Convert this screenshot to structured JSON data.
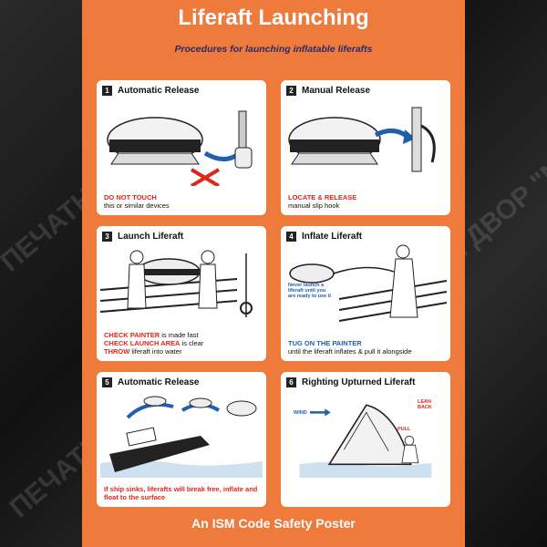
{
  "poster": {
    "title": "Liferaft Launching",
    "subtitle": "Procedures for launching inflatable liferafts",
    "footer": "An ISM Code Safety Poster"
  },
  "watermark": {
    "text_1": "ПЕЧАТНЫЙ ДВОР \"МАРТ\"",
    "text_2": "ПЕЧАТНЫЙ ДВОР \"МАРТ\"",
    "text_3": "ПЕЧАТНЫЙ ДВОР \"МАРТ\""
  },
  "panels": [
    {
      "number": "1",
      "title": "Automatic Release",
      "caption_red": "DO NOT TOUCH",
      "caption_text": "this or similar devices"
    },
    {
      "number": "2",
      "title": "Manual Release",
      "caption_red": "LOCATE & RELEASE",
      "caption_text": "manual slip hook"
    },
    {
      "number": "3",
      "title": "Launch Liferaft",
      "line1_red": "CHECK PAINTER",
      "line1_text": " is made fast",
      "line2_red": "CHECK LAUNCH AREA",
      "line2_text": " is clear",
      "line3_red": "THROW",
      "line3_text": " liferaft into water"
    },
    {
      "number": "4",
      "title": "Inflate Liferaft",
      "note": "Never launch a liferaft until you are ready to use it",
      "caption_blue": "TUG ON THE PAINTER",
      "caption_text": "until the liferaft inflates & pull it alongside"
    },
    {
      "number": "5",
      "title": "Automatic Release",
      "caption_red": "If ship sinks, liferafts will break free, inflate and float to the surface"
    },
    {
      "number": "6",
      "title": "Righting Upturned Liferaft",
      "label_wind": "WIND",
      "label_lean": "LEAN BACK",
      "label_pull": "PULL"
    }
  ],
  "colors": {
    "poster_orange": "#ee7a3b",
    "accent_red": "#e0261b",
    "accent_blue": "#1f5fae"
  }
}
